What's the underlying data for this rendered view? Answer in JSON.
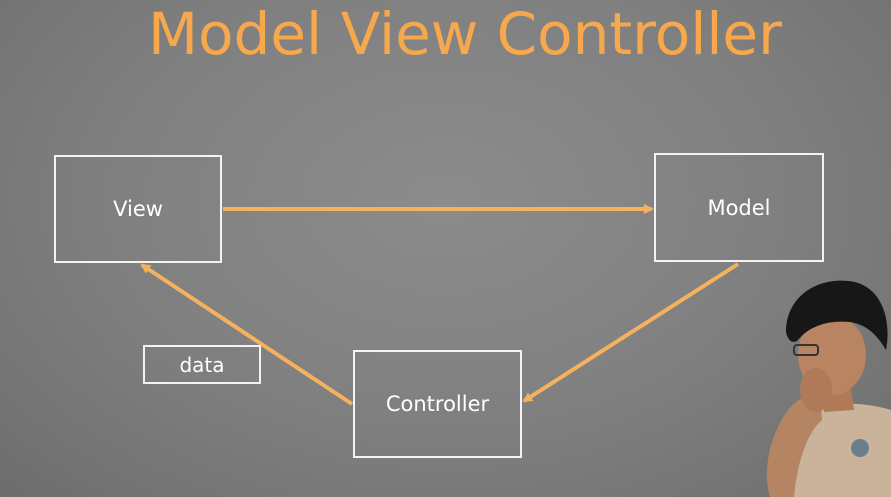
{
  "title": "Model View Controller",
  "boxes": {
    "view": "View",
    "model": "Model",
    "controller": "Controller",
    "data": "data"
  },
  "colors": {
    "title": "#f7a84c",
    "arrow": "#f5b15e",
    "box_border": "#f3f3f3"
  },
  "arrows": [
    {
      "from": "View",
      "to": "Model"
    },
    {
      "from": "Model",
      "to": "Controller"
    },
    {
      "from": "Controller",
      "to": "View"
    }
  ]
}
